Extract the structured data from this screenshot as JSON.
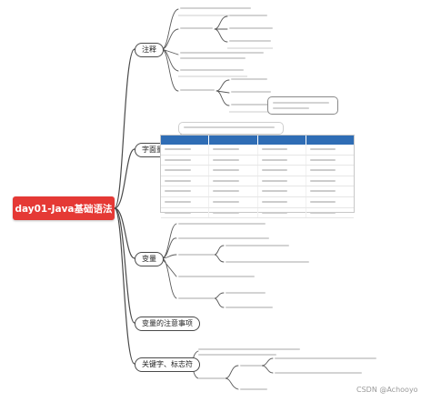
{
  "root": {
    "label": "day01-Java基础语法"
  },
  "branches": [
    {
      "label": "注释"
    },
    {
      "label": "字面量"
    },
    {
      "label": "变量"
    },
    {
      "label": "变量的注意事项"
    },
    {
      "label": "关键字、标志符"
    }
  ],
  "watermark": "CSDN @Achooyo",
  "colors": {
    "root": "#e53935",
    "line": "#4a4a4a",
    "table_header": "#2f6db5"
  }
}
